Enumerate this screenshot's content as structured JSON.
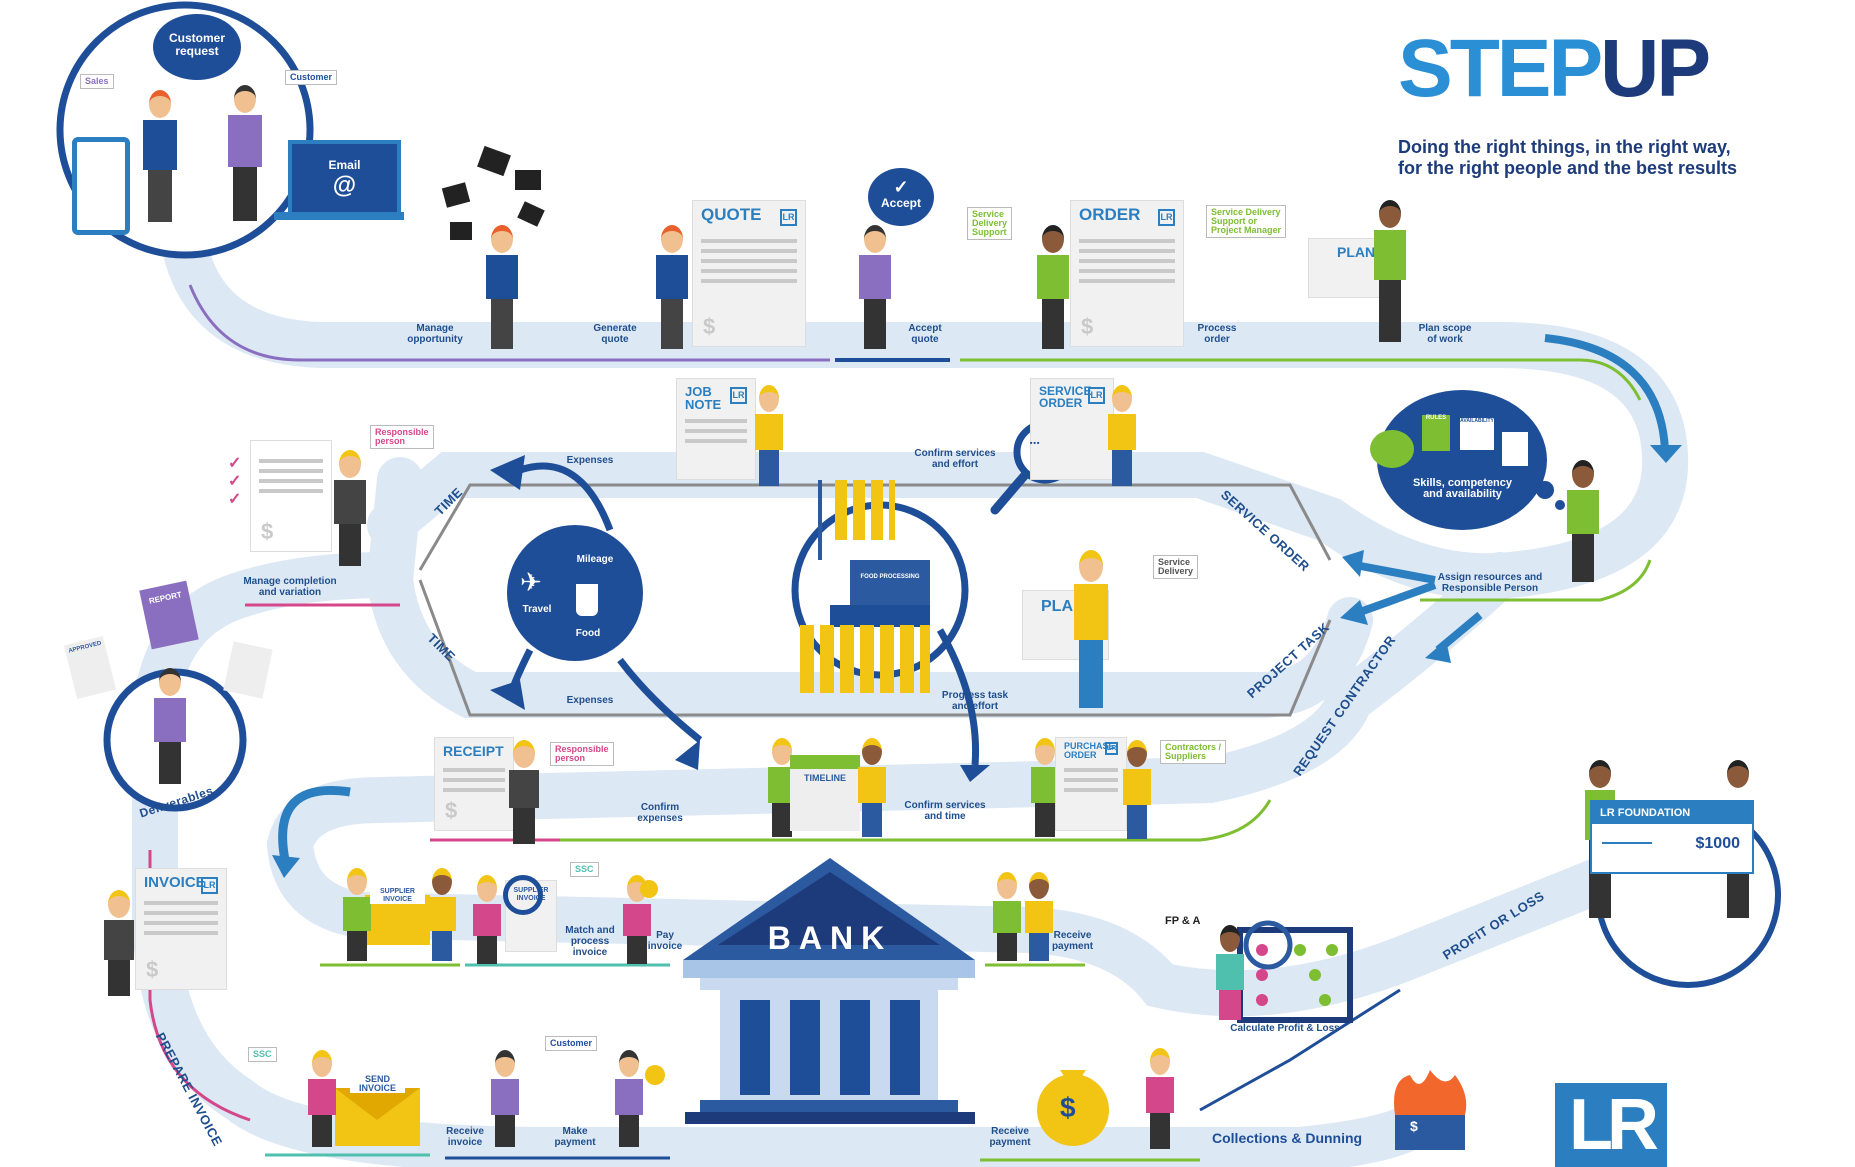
{
  "brand": {
    "title_a": "STEP",
    "title_b": "UP",
    "tagline": "Doing the right things, in the right way,\nfor the right people and the best results"
  },
  "bubbles": {
    "customer_request": "Customer\nrequest",
    "email": "Email",
    "accept": "Accept",
    "skills": "Skills, competency\nand availability",
    "rules": "RULES",
    "availability": "AVAILABILITY",
    "mileage": "Mileage",
    "travel": "Travel",
    "food": "Food",
    "food_processing": "FOOD PROCESSING",
    "deliverables": "Deliverables"
  },
  "documents": {
    "quote": "QUOTE",
    "order": "ORDER",
    "plan_top": "PLAN",
    "job_note": "JOB\nNOTE",
    "service_order": "SERVICE\nORDER",
    "plan_mid": "PLAN",
    "report": "REPORT",
    "approved": "APPROVED",
    "receipt": "RECEIPT",
    "timeline": "TIMELINE",
    "purchase_order": "PURCHASE\nORDER",
    "invoice": "INVOICE",
    "supplier_invoice_1": "SUPPLIER\nINVOICE",
    "supplier_invoice_2": "SUPPLIER\nINVOICE",
    "send_invoice": "SEND\nINVOICE",
    "lr_foundation": "LR FOUNDATION",
    "cheque_amount": "$1000",
    "bank": "BANK"
  },
  "tags": {
    "sales": "Sales",
    "customer_top": "Customer",
    "service_delivery_support": "Service\nDelivery\nSupport",
    "sds_or_pm": "Service Delivery\nSupport or\nProject Manager",
    "responsible_person_1": "Responsible\nperson",
    "service_delivery": "Service\nDelivery",
    "responsible_person_2": "Responsible\nperson",
    "contractors": "Contractors /\nSuppliers",
    "ssc_1": "SSC",
    "ssc_2": "SSC",
    "customer_bottom": "Customer",
    "fpa": "FP & A"
  },
  "steps": {
    "manage_opportunity": "Manage\nopportunity",
    "generate_quote": "Generate\nquote",
    "accept_quote": "Accept\nquote",
    "process_order": "Process\norder",
    "plan_scope": "Plan scope\nof work",
    "assign_resources": "Assign resources and\nResponsible Person",
    "expenses_top": "Expenses",
    "confirm_services_effort": "Confirm services\nand effort",
    "expenses_bottom": "Expenses",
    "progress_task": "Progress task\nand effort",
    "manage_completion": "Manage completion\nand variation",
    "confirm_expenses": "Confirm\nexpenses",
    "confirm_services_time": "Confirm services\nand time",
    "match_process": "Match and\nprocess\ninvoice",
    "pay_invoice": "Pay\ninvoice",
    "receive_payment_1": "Receive\npayment",
    "calc_pl": "Calculate Profit & Loss",
    "receive_invoice": "Receive\ninvoice",
    "make_payment": "Make\npayment",
    "receive_payment_2": "Receive\npayment",
    "collections": "Collections & Dunning"
  },
  "road_labels": {
    "time_top": "TIME",
    "time_bottom": "TIME",
    "service_order": "SERVICE ORDER",
    "project_task": "PROJECT TASK",
    "request_contractor": "REQUEST CONTRACTOR",
    "profit_or_loss": "PROFIT OR LOSS",
    "prepare_invoice": "PREPARE INVOICE"
  },
  "colors": {
    "road": "#dde8f5",
    "navy": "#1f4e99",
    "brand_light": "#2b8fd6",
    "brand_dark": "#1d3b7a",
    "purple": "#8a6fc1",
    "green": "#7dbe32",
    "pink": "#d4478a",
    "teal": "#4fbfae",
    "grey": "#7a7a7a"
  },
  "logo": "LR"
}
